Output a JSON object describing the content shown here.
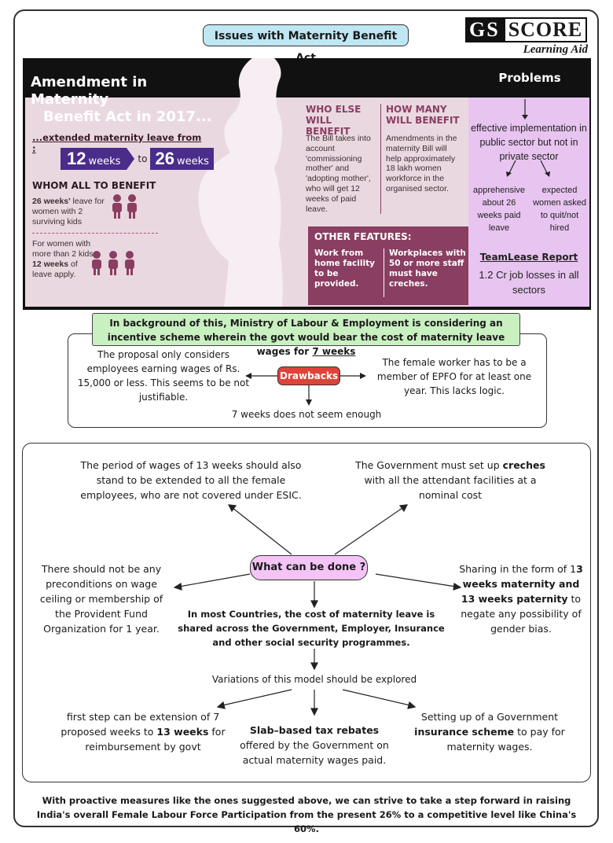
{
  "header": {
    "title": "Issues with Maternity Benefit Act",
    "logo_gs": "GS",
    "logo_score": "SCORE",
    "logo_sub": "Learning Aid"
  },
  "banner": {
    "title_line1": "Amendment in Maternity",
    "title_line2": "Benefit Act in 2017...",
    "extended_label": "...extended maternity leave from :",
    "weeks_from": "12",
    "weeks_from_unit": "weeks",
    "to_word": "to",
    "weeks_to": "26",
    "weeks_to_unit": "weeks",
    "whom_heading": "WHOM ALL TO BENEFIT",
    "benefit1_bold": "26 weeks'",
    "benefit1_rest": " leave for women with 2 surviving kids",
    "benefit2_pre": "For women with more than 2 kids, ",
    "benefit2_bold": "12 weeks",
    "benefit2_post": " of leave apply.",
    "who_else_heading": "WHO ELSE WILL BENEFIT",
    "who_else_text": "The Bill takes into account 'commissioning mother' and 'adopting mother', who will get 12 weeks of paid leave.",
    "how_many_heading": "HOW MANY WILL BENEFIT",
    "how_many_text": "Amendments in the maternity Bill will help approximately 18 lakh women workforce in the organised sector.",
    "other_heading": "OTHER FEATURES:",
    "feature1": "Work from home facility to be provided.",
    "feature2": "Workplaces with 50 or more staff must have creches."
  },
  "problems": {
    "heading": "Problems",
    "main": "effective implementation in public sector but not in private sector",
    "left": "apprehensive about 26 weeks paid leave",
    "right": "expected women asked to quit/not hired",
    "report_title": "TeamLease Report",
    "report_text": "1.2 Cr job losses in all sectors"
  },
  "background": {
    "text": "In background of this, Ministry of Labour & Employment is considering an incentive scheme wherein the govt would bear the cost of maternity leave wages for ",
    "highlight": "7 weeks"
  },
  "drawbacks": {
    "label": "Drawbacks",
    "left": "The proposal only considers employees earning wages of Rs. 15,000 or less. This seems to be not justifiable.",
    "right": "The female worker has to be a member of EPFO for at least one year. This lacks logic.",
    "bottom": "7 weeks does not seem enough"
  },
  "what_can_be_done": {
    "label": "What can be done ?",
    "top_left": "The period of wages of 13 weeks should also stand to be extended to all the female employees, who are not covered under ESIC.",
    "top_right_pre": "The Government must set up ",
    "top_right_bold": "creches",
    "top_right_post": " with all the attendant facilities at a nominal cost",
    "left": "There should not be any preconditions on wage ceiling or membership of the Provident Fund Organization for 1 year.",
    "right_pre": "Sharing in the form of 1",
    "right_bold1": "3 weeks maternity and 13 weeks paternity",
    "right_post": " to negate any possibility of gender bias.",
    "center": "In most Countries, the cost of maternity leave is shared across the Government, Employer, Insurance and other social security programmes.",
    "variations": "Variations of this model should be explored",
    "bl_pre": "first step can be extension of 7 proposed weeks to ",
    "bl_bold": "13 weeks",
    "bl_post": " for reimbursement by govt",
    "bc_bold": "Slab–based tax rebates",
    "bc_post": " offered by the Government on actual maternity wages paid.",
    "br_pre": "Setting up of a Government ",
    "br_bold": "insurance scheme",
    "br_post": " to pay for maternity wages."
  },
  "footer": "With proactive measures like the ones suggested above, we can strive to take a step forward in raising India's overall Female Labour Force Participation from the present 26% to a competitive level like China's 60%.",
  "colors": {
    "title_bg": "#bfe6f3",
    "problems_bg": "#e8c4f0",
    "green_bg": "#c9f0c0",
    "drawbacks_bg": "#e0423a",
    "wcbd_bg": "#f3c4f5",
    "plum": "#8a3e62"
  }
}
